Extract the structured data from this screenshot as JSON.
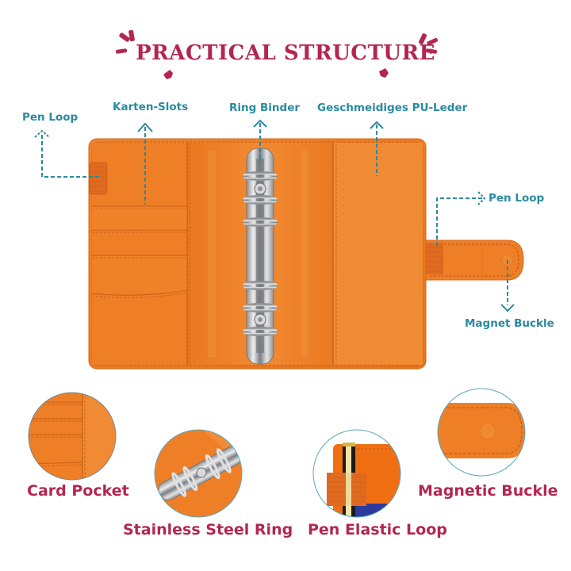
{
  "header": {
    "title": "PRACTICAL STRUCTURE",
    "decor_left": "sparkle-icon",
    "decor_right": "sparkle-icon"
  },
  "colors": {
    "title": "#b3264f",
    "callout": "#2a8aa0",
    "leather": "#ef7d22",
    "leather_dark": "#d9661a",
    "stitch": "#b9561a",
    "metal": "#c9cbcd",
    "background": "#ffffff"
  },
  "callouts": [
    {
      "id": "pen-loop-left",
      "label": "Pen Loop"
    },
    {
      "id": "card-slots",
      "label": "Karten-Slots"
    },
    {
      "id": "ring-binder",
      "label": "Ring Binder"
    },
    {
      "id": "pu-leather",
      "label": "Geschmeidiges PU-Leder"
    },
    {
      "id": "pen-loop-right",
      "label": "Pen Loop"
    },
    {
      "id": "magnet-buckle",
      "label": "Magnet Buckle"
    }
  ],
  "features": [
    {
      "id": "card-pocket",
      "caption": "Card Pocket"
    },
    {
      "id": "steel-ring",
      "caption": "Stainless Steel Ring"
    },
    {
      "id": "pen-elastic-loop",
      "caption": "Pen Elastic Loop"
    },
    {
      "id": "magnetic-buckle",
      "caption": "Magnetic Buckle"
    }
  ]
}
